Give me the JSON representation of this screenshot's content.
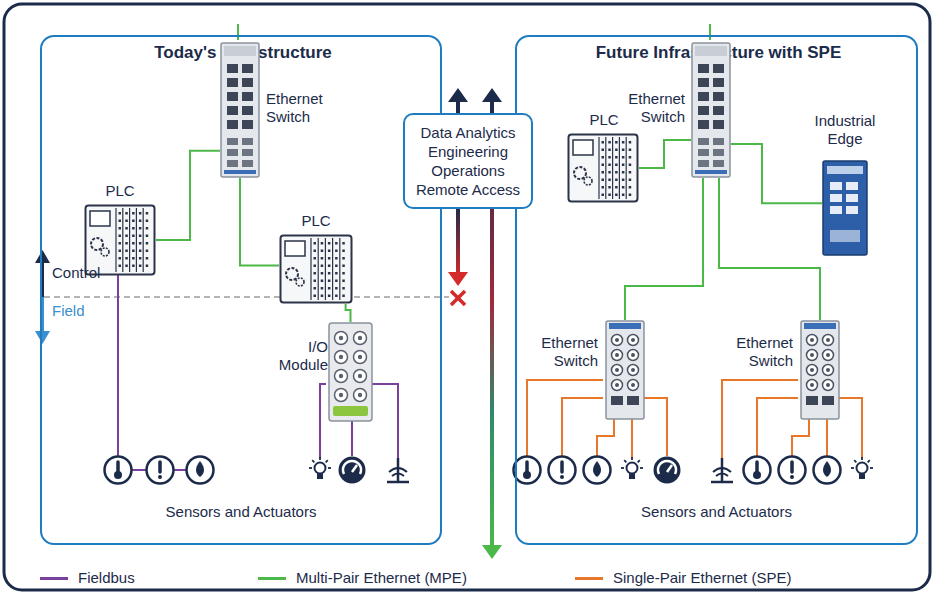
{
  "diagram": {
    "nodes": [
      {
        "text": [
          "Today's Infrastructure"
        ]
      },
      {
        "text": [
          "Ethernet Switch"
        ],
        "in": 0
      },
      {
        "text": [
          "PLC"
        ],
        "in": 0
      },
      {
        "text": [
          "PLC"
        ],
        "in": 0
      },
      {
        "text": [
          "I/O Module"
        ],
        "in": 0
      },
      {
        "text": [
          "Future Infrastructure with SPE"
        ]
      },
      {
        "text": [
          "Ethernet Switch"
        ],
        "in": 5
      },
      {
        "text": [
          "Industrial Edge"
        ],
        "in": 5
      },
      {
        "text": [
          "PLC"
        ],
        "in": 5
      },
      {
        "text": [
          "Ethernet Switch"
        ],
        "in": 5
      },
      {
        "text": [
          "Ethernet Switch"
        ],
        "in": 5
      },
      {
        "text": [
          "Data Analytics Engineering Operations Remote Access"
        ]
      }
    ],
    "edges": [
      {
        "from": 1,
        "to": 2,
        "arrow": "none"
      },
      {
        "from": 1,
        "to": 3,
        "arrow": "none"
      },
      {
        "from": 3,
        "to": 4,
        "arrow": "none"
      },
      {
        "from": 6,
        "to": 7,
        "arrow": "none"
      },
      {
        "from": 6,
        "to": 8,
        "arrow": "none"
      },
      {
        "from": 6,
        "to": 9,
        "arrow": "none"
      },
      {
        "from": 6,
        "to": 10,
        "arrow": "none"
      }
    ],
    "labels": [
      "Control",
      "Field",
      "Sensors and Actuators",
      "Sensors and Actuators"
    ],
    "legend": [
      {
        "text": "Fieldbus",
        "color": "#7b3f9e"
      },
      {
        "text": "Multi-Pair Ethernet (MPE)",
        "color": "#4cb848"
      },
      {
        "text": "Single-Pair Ethernet (SPE)",
        "color": "#e8772a"
      }
    ]
  }
}
